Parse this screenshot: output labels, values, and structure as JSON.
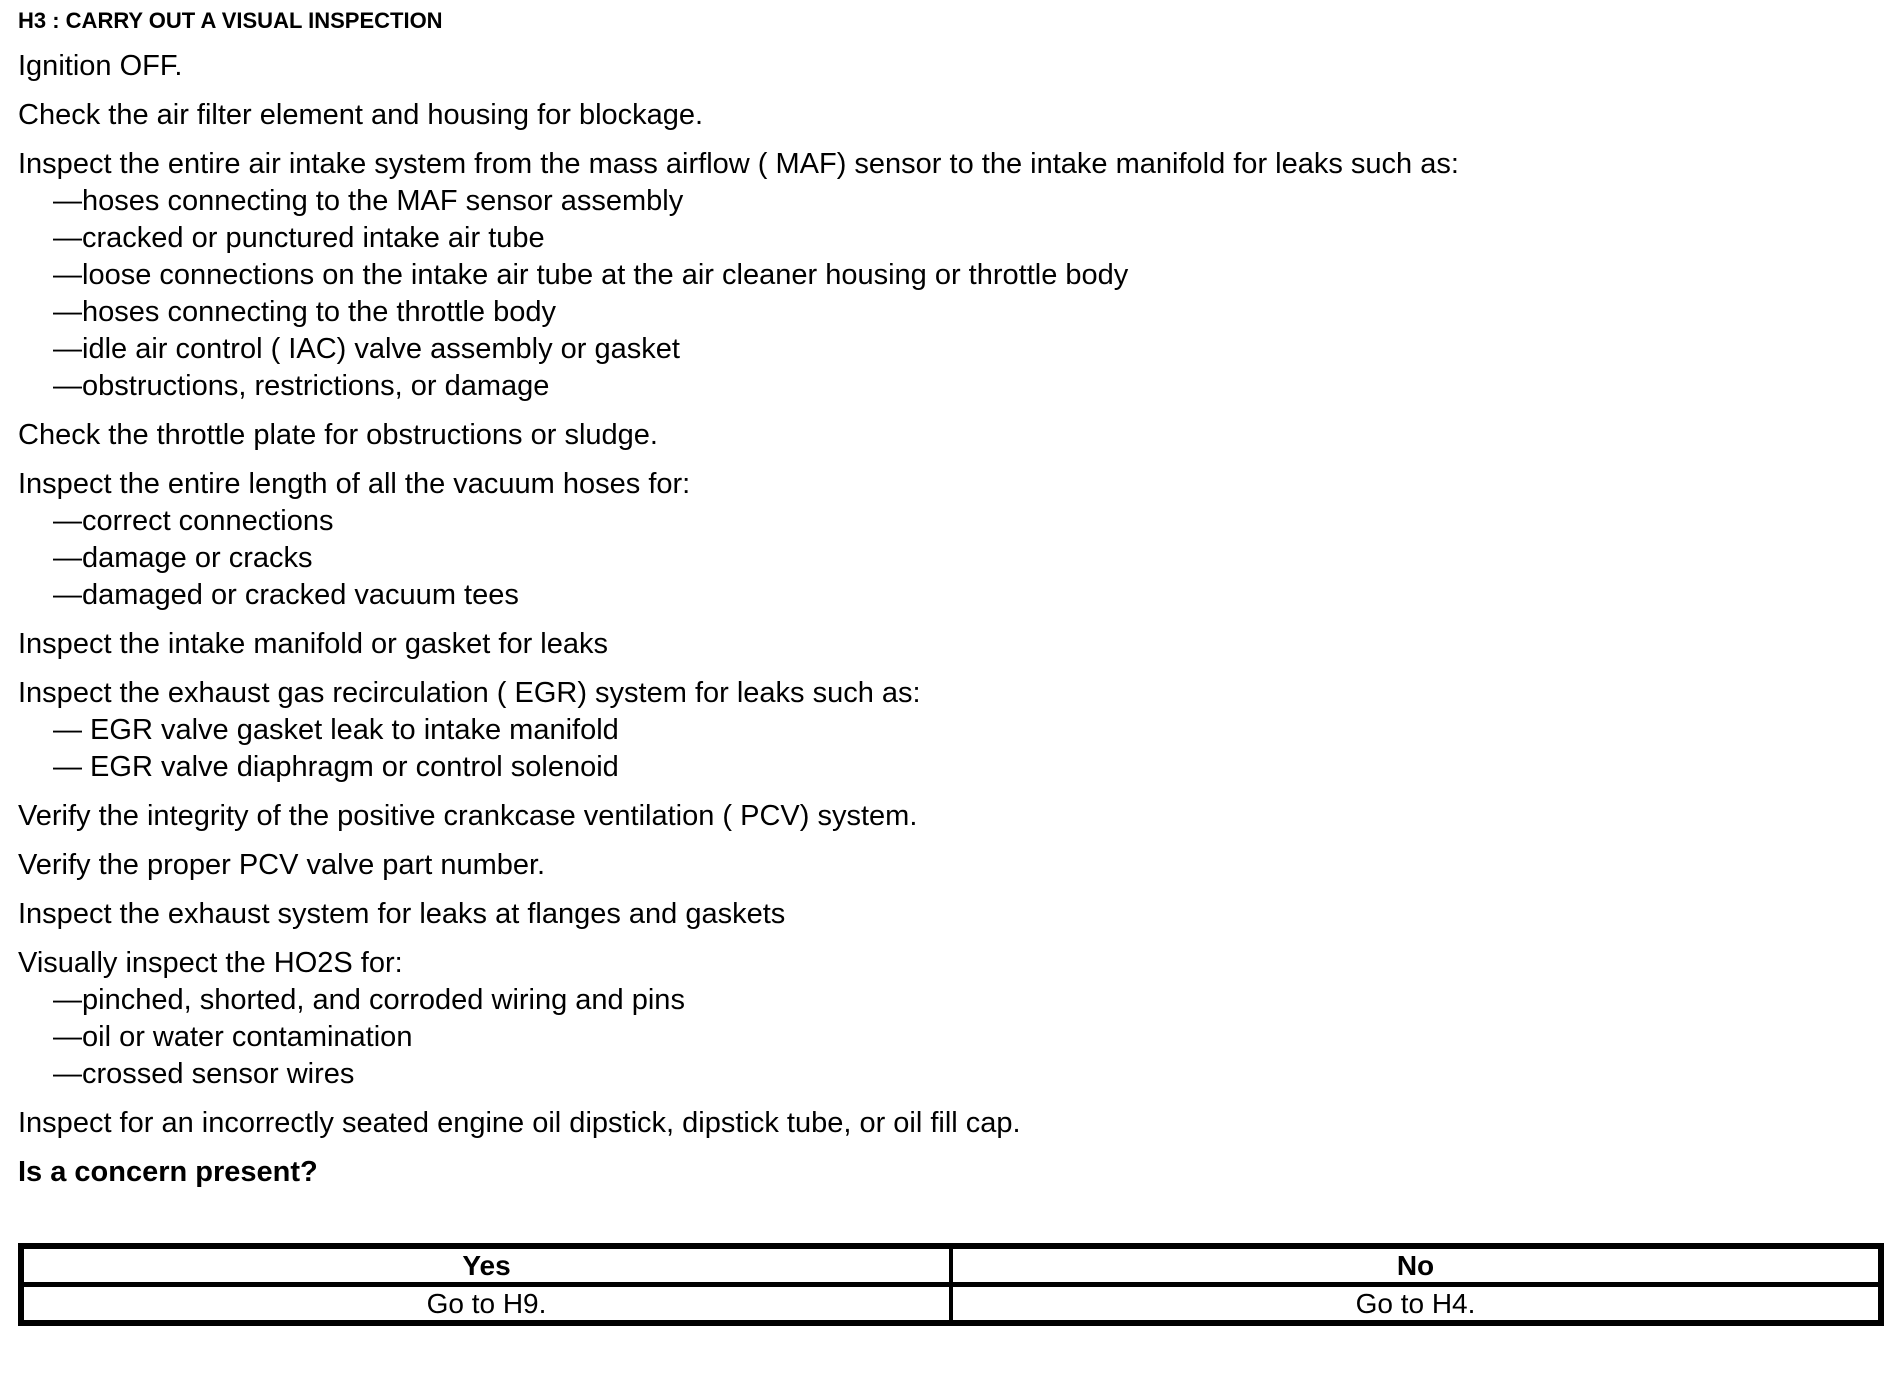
{
  "document": {
    "heading": "H3 : CARRY OUT A VISUAL INSPECTION",
    "steps": [
      {
        "type": "para",
        "text": "Ignition OFF."
      },
      {
        "type": "para",
        "text": "Check the air filter element and housing for blockage."
      },
      {
        "type": "para",
        "text": "Inspect the entire air intake system from the mass airflow ( MAF) sensor to the intake manifold for leaks such as:"
      },
      {
        "type": "item",
        "text": "—hoses connecting to the MAF sensor assembly"
      },
      {
        "type": "item",
        "text": "—cracked or punctured intake air tube"
      },
      {
        "type": "item",
        "text": "—loose connections on the intake air tube at the air cleaner housing or throttle body"
      },
      {
        "type": "item",
        "text": "—hoses connecting to the throttle body"
      },
      {
        "type": "item",
        "text": "—idle air control ( IAC) valve assembly or gasket"
      },
      {
        "type": "item",
        "text": "—obstructions, restrictions, or damage"
      },
      {
        "type": "para",
        "text": "Check the throttle plate for obstructions or sludge."
      },
      {
        "type": "para",
        "text": "Inspect the entire length of all the vacuum hoses for:"
      },
      {
        "type": "item",
        "text": "—correct connections"
      },
      {
        "type": "item",
        "text": "—damage or cracks"
      },
      {
        "type": "item",
        "text": "—damaged or cracked vacuum tees"
      },
      {
        "type": "para",
        "text": "Inspect the intake manifold or gasket for leaks"
      },
      {
        "type": "para",
        "text": "Inspect the exhaust gas recirculation ( EGR) system for leaks such as:"
      },
      {
        "type": "item",
        "text": "— EGR valve gasket leak to intake manifold"
      },
      {
        "type": "item",
        "text": "— EGR valve diaphragm or control solenoid"
      },
      {
        "type": "para",
        "text": "Verify the integrity of the positive crankcase ventilation ( PCV) system."
      },
      {
        "type": "para",
        "text": "Verify the proper PCV valve part number."
      },
      {
        "type": "para",
        "text": "Inspect the exhaust system for leaks at flanges and gaskets"
      },
      {
        "type": "para",
        "text": "Visually inspect the HO2S for:"
      },
      {
        "type": "item",
        "text": "—pinched, shorted, and corroded wiring and pins"
      },
      {
        "type": "item",
        "text": "—oil or water contamination"
      },
      {
        "type": "item",
        "text": "—crossed sensor wires"
      },
      {
        "type": "para",
        "text": "Inspect for an incorrectly seated engine oil dipstick, dipstick tube, or oil fill cap."
      },
      {
        "type": "question",
        "text": "Is a concern present?"
      }
    ],
    "decision_table": {
      "columns": [
        "Yes",
        "No"
      ],
      "rows": [
        [
          "Go to H9.",
          "Go to H4."
        ]
      ]
    }
  },
  "colors": {
    "text": "#000000",
    "background": "#ffffff",
    "table_border": "#000000"
  }
}
